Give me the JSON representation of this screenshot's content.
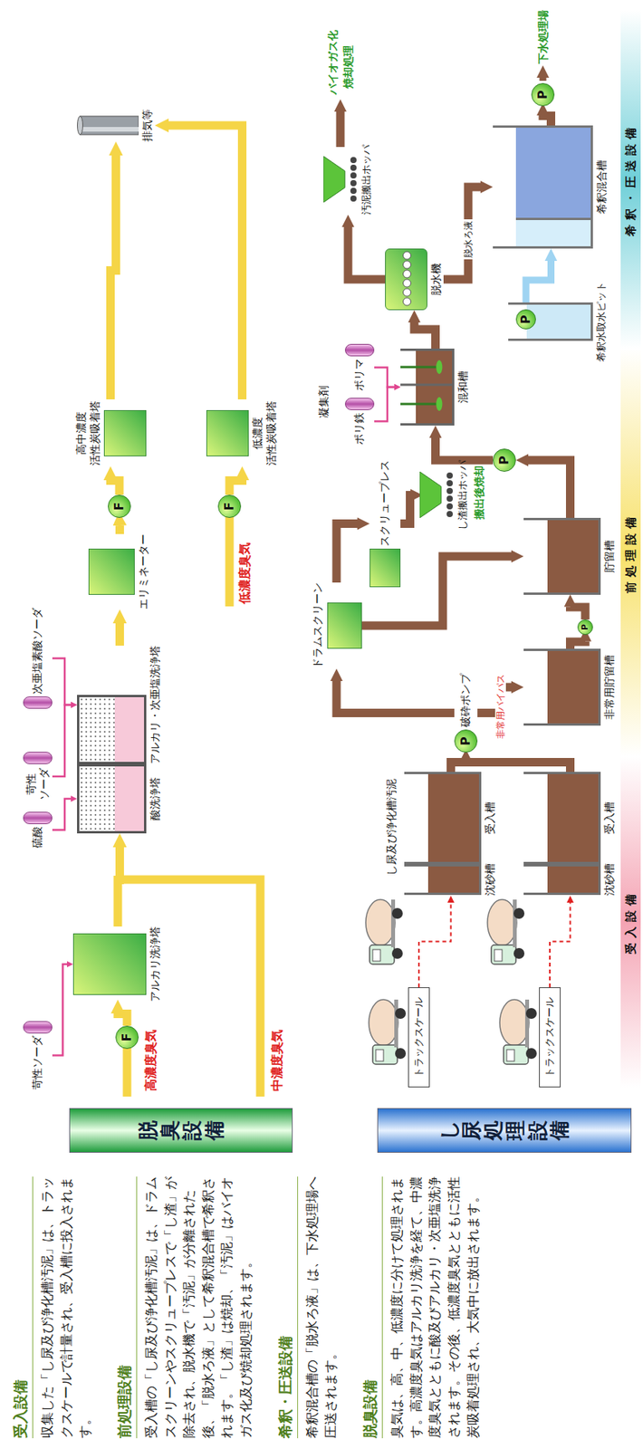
{
  "diagram": {
    "nodes": [
      {
        "text": [
          "脱臭設備"
        ]
      },
      {
        "text": [
          "苛性ソーダ"
        ]
      },
      {
        "text": [
          "F"
        ]
      },
      {
        "text": [
          "アルカリ洗浄塔"
        ]
      },
      {
        "text": [
          "硫酸"
        ]
      },
      {
        "text": [
          "苛性 ソーダ"
        ]
      },
      {
        "text": [
          "次亜塩素酸ソーダ"
        ]
      },
      {
        "text": [
          "酸洗浄塔"
        ]
      },
      {
        "text": [
          "アルカリ・次亜塩洗浄塔"
        ]
      },
      {
        "text": [
          "エリミネーター"
        ]
      },
      {
        "text": [
          "F"
        ]
      },
      {
        "text": [
          "高中濃度 活性炭吸着塔"
        ]
      },
      {
        "text": [
          "F"
        ]
      },
      {
        "text": [
          "低濃度 活性炭吸着塔"
        ]
      },
      {
        "text": [
          "排気等"
        ]
      },
      {
        "text": [
          "し尿処理設備"
        ]
      },
      {
        "text": [
          "トラックスケール"
        ]
      },
      {
        "text": [
          "沈砂槽"
        ]
      },
      {
        "text": [
          "受入槽"
        ]
      },
      {
        "text": [
          "トラックスケール"
        ]
      },
      {
        "text": [
          "沈砂槽"
        ]
      },
      {
        "text": [
          "受入槽"
        ]
      },
      {
        "text": [
          "P",
          "破砕ポンプ"
        ]
      },
      {
        "text": [
          "ドラムスクリーン"
        ]
      },
      {
        "text": [
          "スクリュープレス"
        ]
      },
      {
        "text": [
          "し渣搬出ホッパ"
        ]
      },
      {
        "text": [
          "非常用貯留槽"
        ]
      },
      {
        "text": [
          "P"
        ]
      },
      {
        "text": [
          "貯留槽"
        ]
      },
      {
        "text": [
          "P"
        ]
      },
      {
        "text": [
          "ポリ鉄"
        ]
      },
      {
        "text": [
          "ポリマ"
        ]
      },
      {
        "text": [
          "混和槽"
        ]
      },
      {
        "text": [
          "脱水機"
        ]
      },
      {
        "text": [
          "汚泥搬出ホッパ"
        ]
      },
      {
        "text": [
          "希釈水取水ピット"
        ]
      },
      {
        "text": [
          "P"
        ],
        "in": 35
      },
      {
        "text": [
          "希釈混合槽"
        ]
      },
      {
        "text": [
          "P"
        ]
      },
      {
        "text": [
          "受入設備"
        ]
      },
      {
        "text": [
          "前処理設備"
        ]
      },
      {
        "text": [
          "希釈・圧送設備"
        ]
      }
    ],
    "edges": [
      {
        "from": 1,
        "to": 3,
        "arrow": "to"
      },
      {
        "from": 2,
        "to": 3,
        "arrow": "to"
      },
      {
        "from": 3,
        "to": 7,
        "arrow": "to"
      },
      {
        "from": 4,
        "to": 7,
        "arrow": "to"
      },
      {
        "from": 5,
        "to": 8,
        "arrow": "to"
      },
      {
        "from": 6,
        "to": 8,
        "arrow": "to"
      },
      {
        "from": 8,
        "to": 9,
        "arrow": "to"
      },
      {
        "from": 9,
        "to": 10,
        "arrow": "to"
      },
      {
        "from": 10,
        "to": 11,
        "arrow": "to"
      },
      {
        "from": 12,
        "to": 13,
        "arrow": "to"
      },
      {
        "from": 11,
        "to": 14,
        "arrow": "to"
      },
      {
        "from": 13,
        "to": 14,
        "arrow": "to"
      },
      {
        "from": 16,
        "to": 17,
        "arrow": "to"
      },
      {
        "from": 19,
        "to": 20,
        "arrow": "to"
      },
      {
        "from": 18,
        "to": 22,
        "arrow": "to"
      },
      {
        "from": 21,
        "to": 22,
        "arrow": "to"
      },
      {
        "from": 22,
        "to": 23,
        "arrow": "to"
      },
      {
        "from": 22,
        "to": 26,
        "label": "非常用バイパス",
        "arrow": "to"
      },
      {
        "from": 23,
        "to": 24,
        "arrow": "to"
      },
      {
        "from": 23,
        "to": 28,
        "arrow": "to"
      },
      {
        "from": 24,
        "to": 25,
        "arrow": "to"
      },
      {
        "from": 26,
        "to": 27,
        "arrow": "to"
      },
      {
        "from": 27,
        "to": 28,
        "arrow": "to"
      },
      {
        "from": 28,
        "to": 29,
        "arrow": "to"
      },
      {
        "from": 29,
        "to": 32,
        "arrow": "to"
      },
      {
        "from": 30,
        "to": 32,
        "arrow": "to"
      },
      {
        "from": 31,
        "to": 32,
        "arrow": "to"
      },
      {
        "from": 32,
        "to": 33,
        "arrow": "to"
      },
      {
        "from": 33,
        "to": 34,
        "arrow": "to"
      },
      {
        "from": 33,
        "to": 37,
        "label": "脱水ろ液",
        "arrow": "to"
      },
      {
        "from": 36,
        "to": 37,
        "arrow": "to"
      },
      {
        "from": 37,
        "to": 38,
        "arrow": "to"
      }
    ],
    "labels": [
      "受入設備",
      "収集した「し尿及び浄化槽汚泥」は、トラックスケールで計量され、受入槽に投入されます。",
      "前処理設備",
      "受入槽の「し尿及び浄化槽汚泥」は、ドラムスクリーンやスクリュープレスで「し渣」が除去され、脱水機で「汚泥」が分離された後、「脱水ろ液」として希釈混合槽で希釈されます。「し渣」は焼却、「汚泥」はバイオガス化及び焼却処理されます。",
      "希釈・圧送設備",
      "希釈混合槽の「脱水ろ液」は、下水処理場へ圧送されます。",
      "脱臭設備",
      "臭気は、高、中、低濃度に分けて処理されます。高濃度臭気はアルカリ洗浄を経て、中濃度臭気とともに酸及びアルカリ・次亜塩洗浄されます。その後、低濃度臭気とともに活性炭吸着処理され、大気中に放出されます。",
      "高濃度臭気",
      "中濃度臭気",
      "低濃度臭気",
      "し尿及び浄化槽汚泥",
      "搬出後焼却",
      "凝集剤",
      "バイオガス化",
      "焼却処理",
      "下水処理場"
    ]
  }
}
